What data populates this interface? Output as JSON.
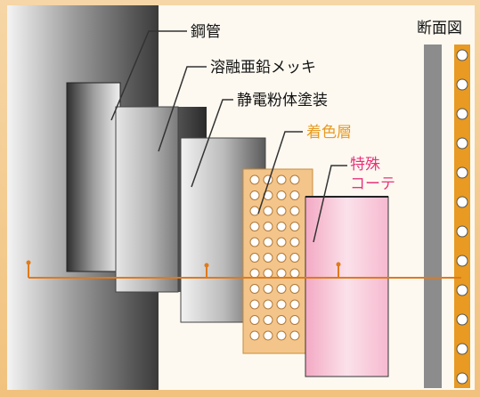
{
  "labels": {
    "steel_pipe": "鋼管",
    "hot_dip_galvanizing": "溶融亜鉛メッキ",
    "electrostatic_powder_coating": "静電粉体塗装",
    "color_layer": "着色層",
    "special_coating_line1": "特殊",
    "special_coating_line2": "コーテ",
    "cross_section": "断面図"
  },
  "colors": {
    "border": "#f2c98e",
    "background": "#fdf9f1",
    "accent_orange": "#e89a22",
    "pink_label": "#e8337a",
    "pink_layer": "#f6b9cf",
    "color_layer_fill": "#f4c58a",
    "leader_line": "#333333",
    "axis_line": "#e07a1a"
  }
}
